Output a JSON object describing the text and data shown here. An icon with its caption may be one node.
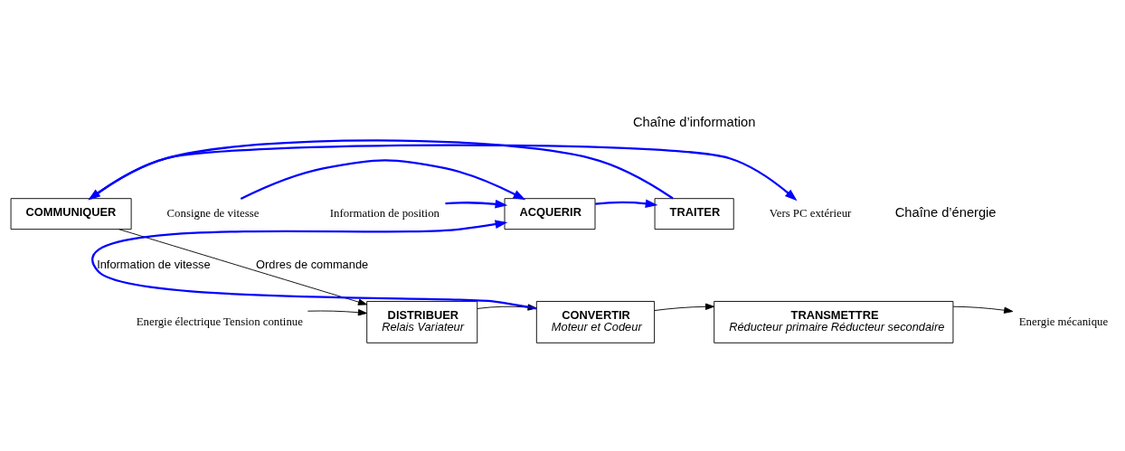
{
  "diagram": {
    "nodes": [
      {
        "text": [
          "ACQUERIR"
        ]
      },
      {
        "text": [
          "TRAITER"
        ]
      },
      {
        "text": [
          "COMMUNIQUER"
        ]
      },
      {
        "text": [
          "DISTRIBUER",
          "Relais Variateur"
        ]
      },
      {
        "text": [
          "CONVERTIR",
          "Moteur et Codeur"
        ]
      },
      {
        "text": [
          "TRANSMETTRE",
          "Réducteur primaire Réducteur secondaire"
        ]
      },
      {
        "text": [
          "Consigne de vitesse"
        ]
      },
      {
        "text": [
          "Information de position"
        ]
      },
      {
        "text": [
          "Vers PC extérieur"
        ]
      },
      {
        "text": [
          "Energie électrique Tension continue"
        ]
      },
      {
        "text": [
          "Energie mécanique"
        ]
      }
    ],
    "edges": [
      {
        "from": 6,
        "to": 0,
        "arrow": "to"
      },
      {
        "from": 7,
        "to": 0,
        "arrow": "to"
      },
      {
        "from": 4,
        "to": 0,
        "arrow": "to",
        "label": "Information de vitesse"
      },
      {
        "from": 0,
        "to": 1,
        "arrow": "to"
      },
      {
        "from": 1,
        "to": 2,
        "arrow": "to"
      },
      {
        "from": 2,
        "to": 8,
        "arrow": "to"
      },
      {
        "from": 2,
        "to": 3,
        "arrow": "to",
        "label": "Ordres de commande",
        "color": "#000000"
      },
      {
        "from": 9,
        "to": 3,
        "arrow": "to",
        "color": "#000000"
      },
      {
        "from": 3,
        "to": 4,
        "arrow": "to",
        "color": "#000000"
      },
      {
        "from": 4,
        "to": 5,
        "arrow": "to",
        "color": "#000000"
      },
      {
        "from": 5,
        "to": 10,
        "arrow": "to",
        "color": "#000000"
      }
    ],
    "labels": [
      "Chaîne d’information",
      "Chaîne d’énergie"
    ]
  }
}
